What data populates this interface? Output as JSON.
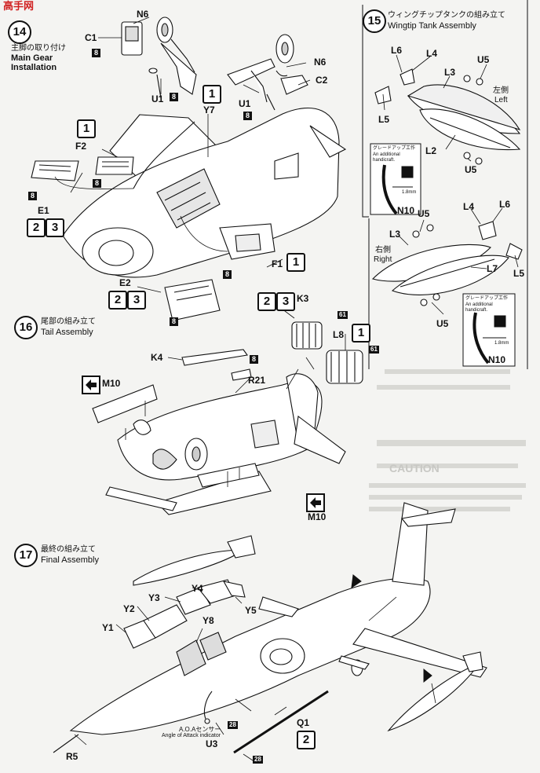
{
  "watermark": "高手网",
  "steps": {
    "s14": {
      "number": "14",
      "title_jp": "主脚の取り付け",
      "title_en": "Main Gear Installation"
    },
    "s15": {
      "number": "15",
      "title_jp": "ウィングチップタンクの組み立て",
      "title_en": "Wingtip Tank Assembly"
    },
    "s16": {
      "number": "16",
      "title_jp": "尾部の組み立て",
      "title_en": "Tail Assembly"
    },
    "s17": {
      "number": "17",
      "title_jp": "最終の組み立て",
      "title_en": "Final Assembly"
    }
  },
  "parts": {
    "N6a": "N6",
    "C1": "C1",
    "U1a": "U1",
    "Y7": "Y7",
    "F2": "F2",
    "E1": "E1",
    "U1b": "U1",
    "N6b": "N6",
    "C2": "C2",
    "F1": "F1",
    "E2": "E2",
    "L6a": "L6",
    "L4a": "L4",
    "U5a": "U5",
    "L3a": "L3",
    "L5a": "L5",
    "L2": "L2",
    "U5b": "U5",
    "N10a": "N10",
    "L4b": "L4",
    "L6b": "L6",
    "U5c": "U5",
    "L3b": "L3",
    "L7": "L7",
    "L5b": "L5",
    "U5d": "U5",
    "N10b": "N10",
    "K3": "K3",
    "L8": "L8",
    "K4": "K4",
    "R21": "R21",
    "M10a": "M10",
    "M10b": "M10",
    "Y4": "Y4",
    "Y3": "Y3",
    "Y2": "Y2",
    "Y1": "Y1",
    "Y8": "Y8",
    "Y5": "Y5",
    "Q1": "Q1",
    "U3": "U3",
    "R5": "R5"
  },
  "side_left": {
    "jp": "左側",
    "en": "Left"
  },
  "side_right": {
    "jp": "右側",
    "en": "Right"
  },
  "upgrade_note": {
    "jp": "グレードアップ工作",
    "en1": "An additional",
    "en2": "handicraft.",
    "dim": "1.8mm"
  },
  "aoa": {
    "jp": "A.O.Aセンサー",
    "en": "Angle of Attack indicator"
  },
  "color_codes": {
    "eight": "8",
    "sixtyone": "61",
    "twentyeight": "28"
  },
  "choice_codes": {
    "one": "1",
    "two": "2",
    "three": "3"
  },
  "caution": "CAUTION"
}
